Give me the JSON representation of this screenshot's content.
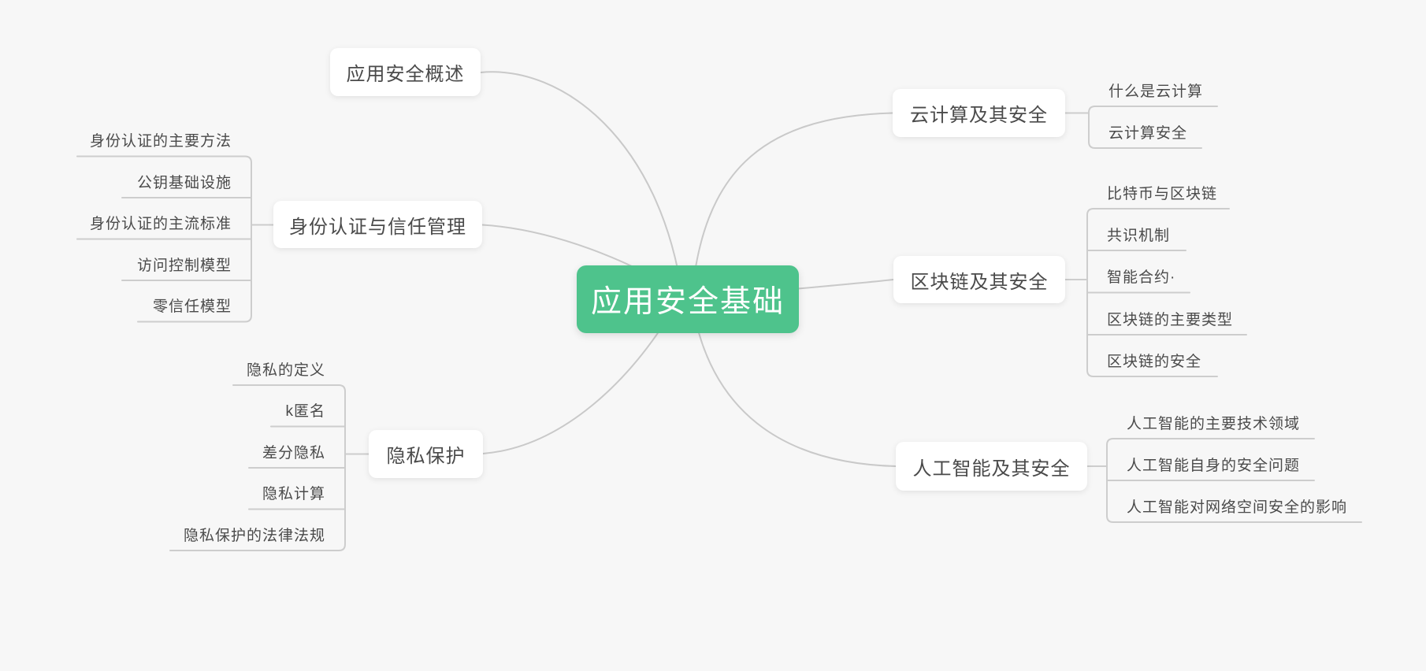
{
  "app": {
    "background_color": "#f7f7f7",
    "curve_color": "#c9c9c9",
    "line_color": "#cdcdcd",
    "accent_green": "#4ec38c",
    "node_text_color": "#4a4a4a"
  },
  "root": {
    "label": "应用安全基础"
  },
  "branches": [
    {
      "id": "overview",
      "label": "应用安全概述",
      "children": []
    },
    {
      "id": "identity",
      "label": "身份认证与信任管理",
      "children": [
        "身份认证的主要方法",
        "公钥基础设施",
        "身份认证的主流标准",
        "访问控制模型",
        "零信任模型"
      ]
    },
    {
      "id": "privacy",
      "label": "隐私保护",
      "children": [
        "隐私的定义",
        "k匿名",
        "差分隐私",
        "隐私计算",
        "隐私保护的法律法规"
      ]
    },
    {
      "id": "cloud",
      "label": "云计算及其安全",
      "children": [
        "什么是云计算",
        "云计算安全"
      ]
    },
    {
      "id": "blockchain",
      "label": "区块链及其安全",
      "children": [
        "比特币与区块链",
        "共识机制",
        "智能合约·",
        "区块链的主要类型",
        "区块链的安全"
      ]
    },
    {
      "id": "ai",
      "label": "人工智能及其安全",
      "children": [
        "人工智能的主要技术领域",
        "人工智能自身的安全问题",
        "人工智能对网络空间安全的影响"
      ]
    }
  ]
}
